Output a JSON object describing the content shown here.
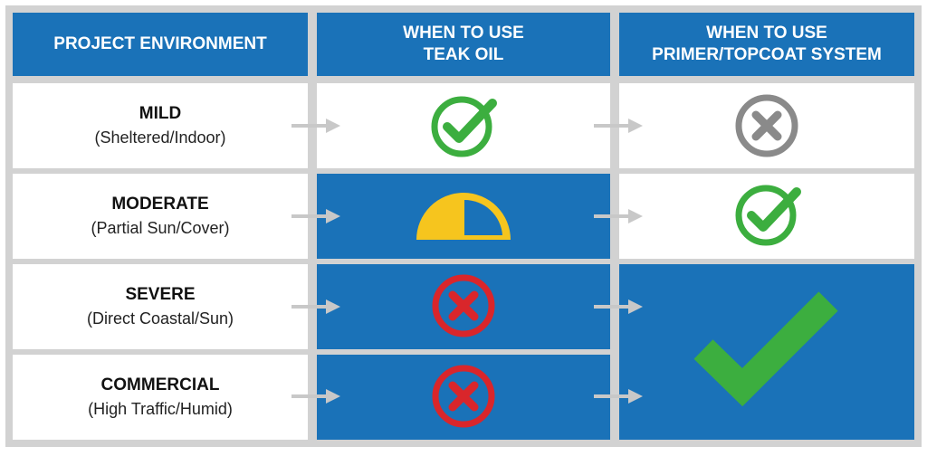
{
  "headers": [
    "PROJECT ENVIRONMENT",
    "WHEN TO USE\nTEAK OIL",
    "WHEN TO USE\nPRIMER/TOPCOAT SYSTEM"
  ],
  "header_lines": {
    "h2a": "WHEN TO USE",
    "h2b": "TEAK OIL",
    "h3a": "WHEN TO USE",
    "h3b": "PRIMER/TOPCOAT SYSTEM"
  },
  "rows": [
    {
      "title": "MILD",
      "subtitle": "(Sheltered/Indoor)",
      "teak_oil": "check",
      "primer": "not-applicable"
    },
    {
      "title": "MODERATE",
      "subtitle": "(Partial Sun/Cover)",
      "teak_oil": "partial",
      "primer": "check"
    },
    {
      "title": "SEVERE",
      "subtitle": "(Direct Coastal/Sun)",
      "teak_oil": "x",
      "primer": "strong-check"
    },
    {
      "title": "COMMERCIAL",
      "subtitle": "(High Traffic/Humid)",
      "teak_oil": "x",
      "primer": "strong-check"
    }
  ],
  "colors": {
    "blue": "#1a72b8",
    "green": "#3cae3f",
    "red": "#d9262b",
    "gray": "#8a8a8a",
    "yellow": "#f6c51e"
  }
}
